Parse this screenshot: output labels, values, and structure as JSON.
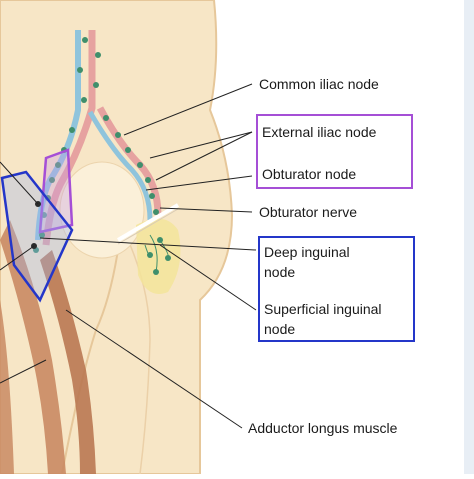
{
  "labels": {
    "common_iliac_node": "Common iliac node",
    "external_iliac_node": "External iliac node",
    "obturator_node": "Obturator node",
    "obturator_nerve": "Obturator nerve",
    "deep_inguinal_node_line1": "Deep inguinal",
    "deep_inguinal_node_line2": "node",
    "superficial_inguinal_node_line1": "Superficial inguinal",
    "superficial_inguinal_node_line2": "node",
    "adductor_longus_muscle": "Adductor longus muscle"
  },
  "colors": {
    "skin": "#f7e6c6",
    "skin_outline": "#e6c79a",
    "artery": "#e6a2a0",
    "vein": "#8fc4dc",
    "node": "#3f8f6c",
    "muscle": "#c98a63",
    "yellow_area": "#f3e49a",
    "purple_box": "#a54fd6",
    "blue_box": "#2436c9",
    "leader": "#222222"
  },
  "icons": {
    "figure": "pelvis-lymph-node-illustration"
  }
}
